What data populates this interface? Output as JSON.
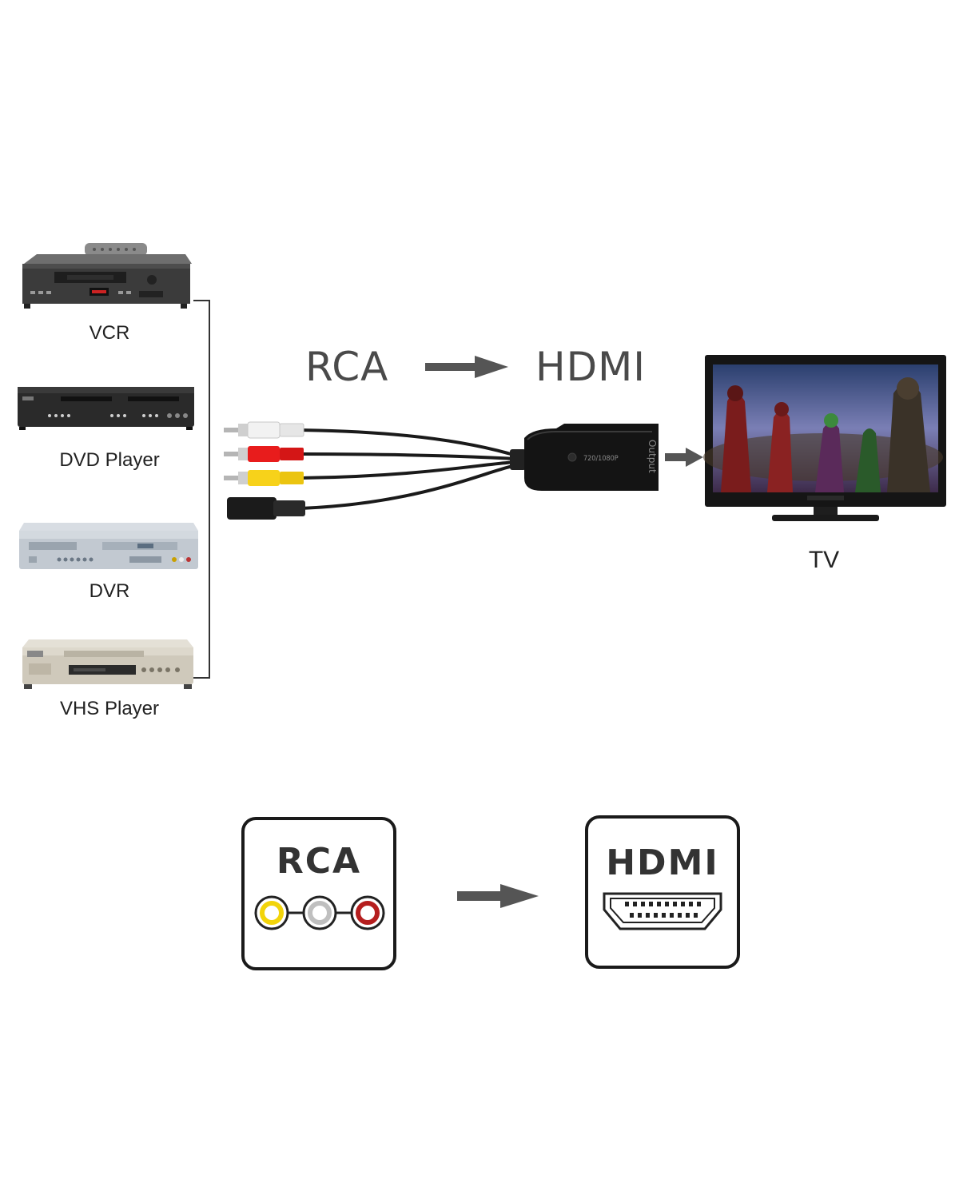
{
  "devices": [
    {
      "label": "VCR"
    },
    {
      "label": "DVD Player"
    },
    {
      "label": "DVR"
    },
    {
      "label": "VHS Player"
    }
  ],
  "headline": {
    "from": "RCA",
    "to": "HDMI"
  },
  "adapter": {
    "port_label": "Output",
    "resolution": "720/1080P"
  },
  "tv": {
    "label": "TV"
  },
  "icons": {
    "rca_title": "RCA",
    "hdmi_title": "HDMI",
    "rca_jack_colors": [
      "#f2d40a",
      "#bfbfbf",
      "#b51e1e"
    ]
  }
}
